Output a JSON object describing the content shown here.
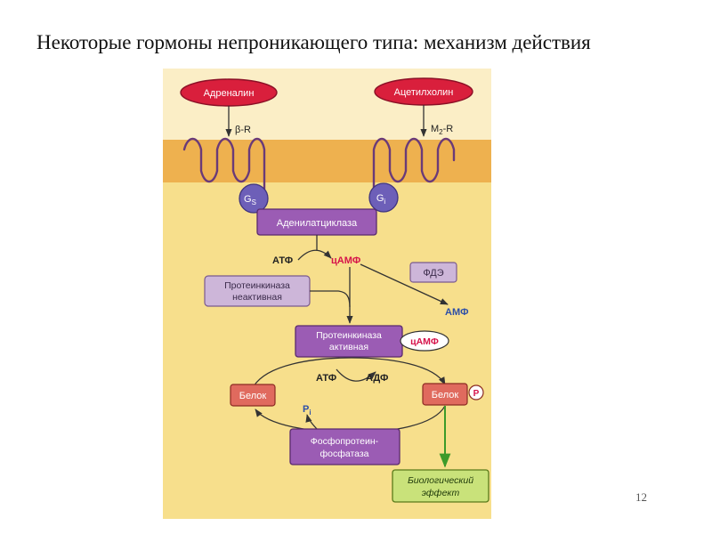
{
  "slide": {
    "title": "Некоторые гормоны непроникающего типа: механизм действия",
    "number": "12"
  },
  "diagram": {
    "hormone_left": "Адреналин",
    "hormone_right": "Ацетилхолин",
    "receptor_left": "β-R",
    "receptor_right_main": "M",
    "receptor_right_sub": "2",
    "receptor_right_suffix": "-R",
    "g_left_main": "G",
    "g_left_sub": "S",
    "g_right_main": "G",
    "g_right_sub": "i",
    "adenylate_cyclase": "Аденилатциклаза",
    "atp_top": "АТФ",
    "camp_top": "цАМФ",
    "pde": "ФДЭ",
    "amp": "АМФ",
    "pk_inactive_line1": "Протеинкиназа",
    "pk_inactive_line2": "неактивная",
    "pk_active_line1": "Протеинкиназа",
    "pk_active_line2": "активная",
    "camp_bound": "цАМФ",
    "protein_left": "Белок",
    "protein_right": "Белок",
    "phosphate": "P",
    "atp_cycle": "АТФ",
    "adp_cycle": "АДФ",
    "pi_main": "P",
    "pi_sub": "i",
    "phosphatase_line1": "Фосфопротеин-",
    "phosphatase_line2": "фосфатаза",
    "effect_line1": "Биологический",
    "effect_line2": "эффект"
  },
  "colors": {
    "membrane": "#eeb14f",
    "cytoplasm": "#f7df8c",
    "hormone": "#d91f3c",
    "g_protein": "#6d5fb8",
    "enzyme": "#9b5cb4",
    "kinase_inactive": "#cdb6d9",
    "protein": "#e06a5e",
    "effect": "#c9e27a",
    "camp_text": "#d6124a",
    "amp_text": "#2d4fa8",
    "green_arrow": "#3c9a2a"
  }
}
